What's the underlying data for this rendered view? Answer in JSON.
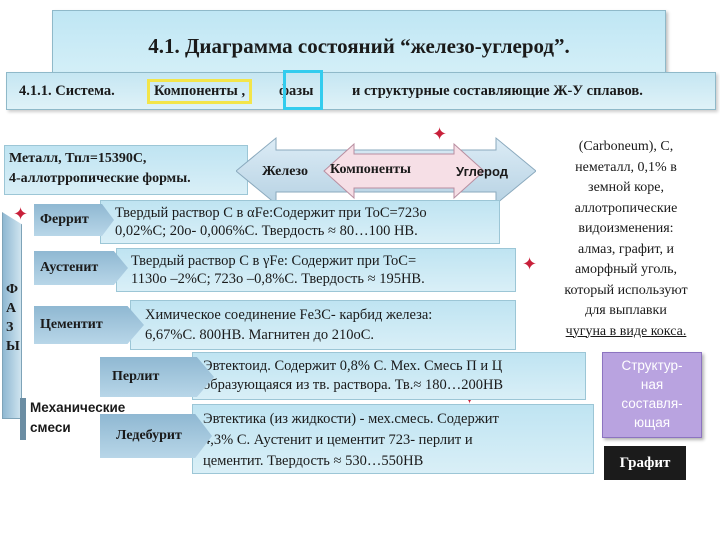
{
  "title": "4.1. Диаграмма состояний “железо-углерод”.",
  "subtitle": {
    "part1": "4.1.1. Система.",
    "part2": "Компоненты ,",
    "part3": "фазы",
    "part4": "и структурные составляющие Ж-У сплавов."
  },
  "metal": {
    "line1": "Металл, Тпл=15390С,",
    "line2": "4-аллотрропические формы."
  },
  "components_arrow": {
    "left": "Железо",
    "center": "Компоненты",
    "right": "Углерод"
  },
  "carbon_desc": [
    "(Carboneum), C,",
    "неметалл, 0,1% в",
    "земной коре,",
    "аллотропические",
    "видоизменения:",
    "алмаз, графит, и",
    "аморфный уголь,",
    "который используют",
    "для выплавки",
    "чугуна в виде кокса."
  ],
  "phases_label": [
    "Ф",
    "А",
    "З",
    "Ы"
  ],
  "ferrite": {
    "label": "Феррит",
    "line1": "Твердый раствор С в αFe:Содержит при ТоС=723о",
    "line2": "0,02%С; 20о- 0,006%С. Твердость ≈ 80…100 HB."
  },
  "austenite": {
    "label": "Аустенит",
    "line1": "Твердый раствор С в γFe: Содержит при ТоС=",
    "line2": "1130о –2%С; 723о –0,8%С. Твердость ≈ 195HB."
  },
  "cementite": {
    "label": "Цементит",
    "line1": "Химическое соединение Fe3C- карбид железа:",
    "line2": "6,67%С. 800HB. Магнитен до 210оС."
  },
  "mech_label": [
    "Механические",
    "смеси"
  ],
  "perlite": {
    "label": "Перлит",
    "line1": "Эвтектоид. Содержит 0,8% С. Мех. Смесь П и Ц",
    "line2": "образующаяся из тв. раствора. Тв.≈ 180…200НВ"
  },
  "ledeburite": {
    "label": "Ледебурит",
    "line1": "Эвтектика (из жидкости) - мех.смесь. Содержит",
    "line2": "4,3% С.    Аустенит и цементит 723-       перлит и",
    "line3": "цементит. Твердость ≈ 530…550НВ"
  },
  "structural_box": [
    "Структур-",
    "ная",
    "составля-",
    "ющая"
  ],
  "graphite": "Графит",
  "colors": {
    "panel": "#c9e9f5",
    "arrow": "#9cc2da",
    "purple_badge": "#b9a3e0",
    "dark_box": "#1b1b1b",
    "star": "#c8203a"
  }
}
